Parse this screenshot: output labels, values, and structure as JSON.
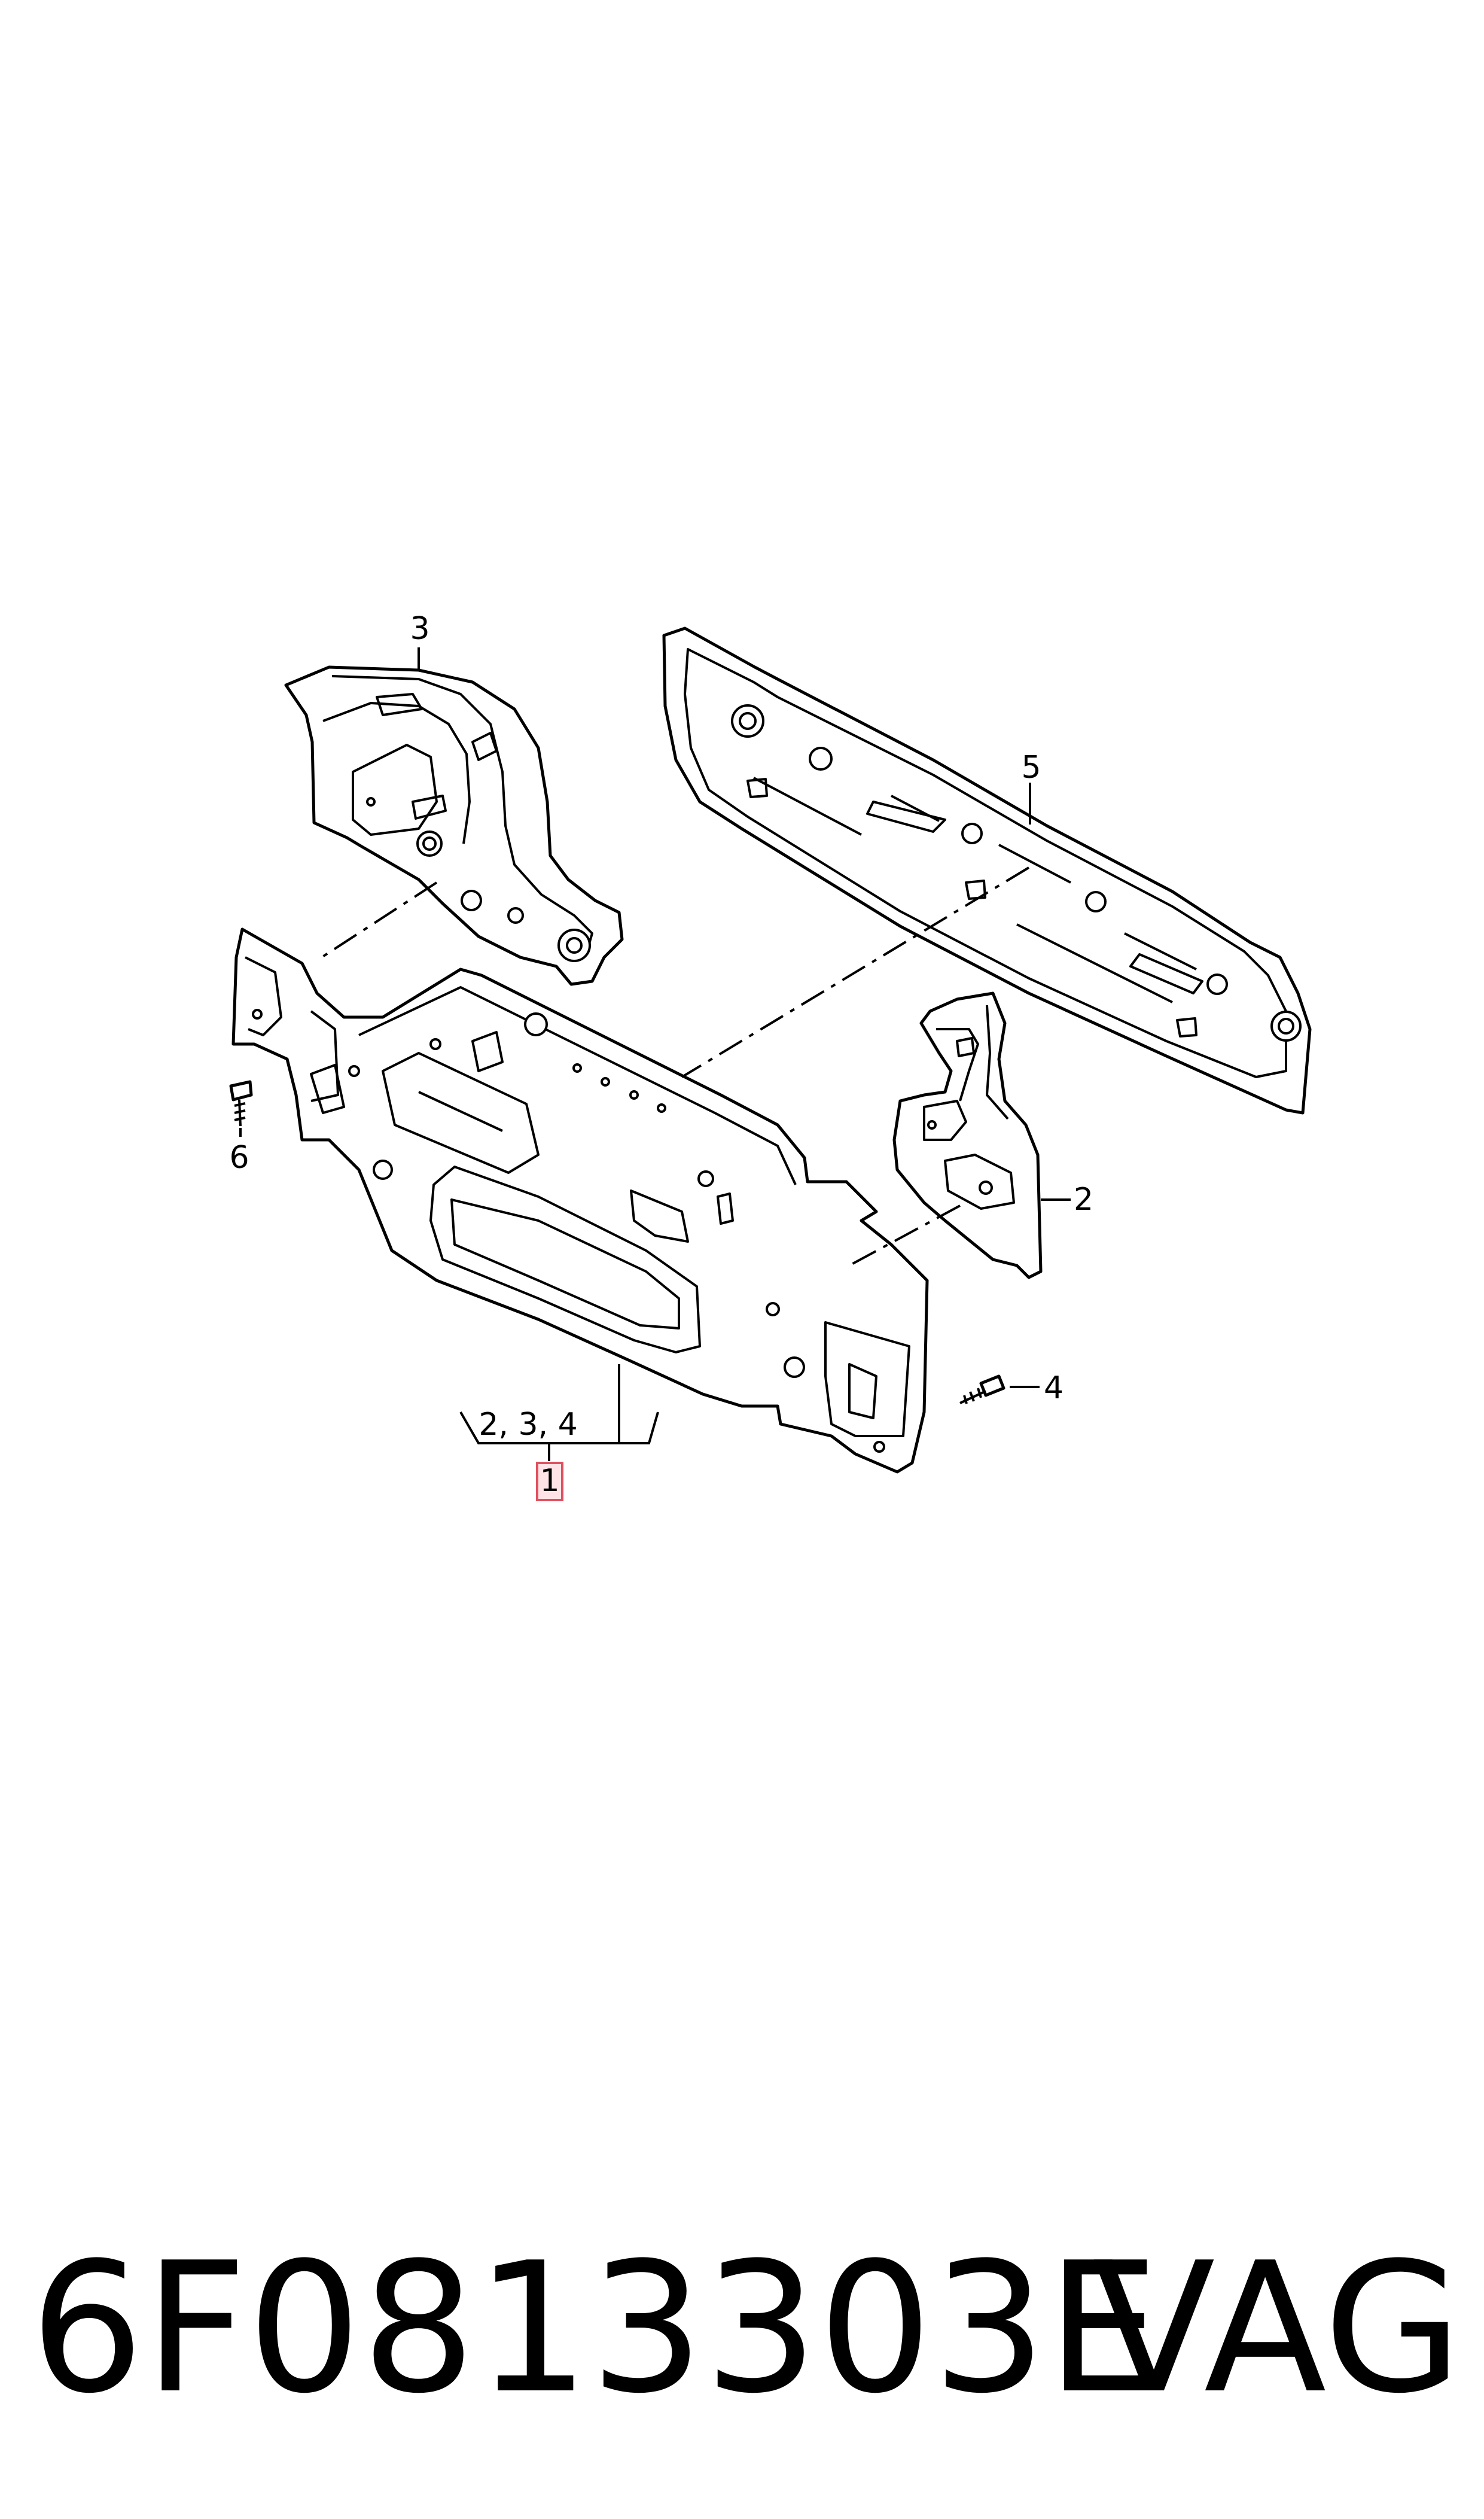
{
  "callouts": {
    "c1": "1",
    "c2": "2",
    "c3": "3",
    "c4": "4",
    "c5": "5",
    "c6": "6",
    "group": "2, 3, 4"
  },
  "highlight_color": "#e0505f",
  "footer": {
    "part_number": "6F0813303E",
    "brand": "VAG"
  }
}
